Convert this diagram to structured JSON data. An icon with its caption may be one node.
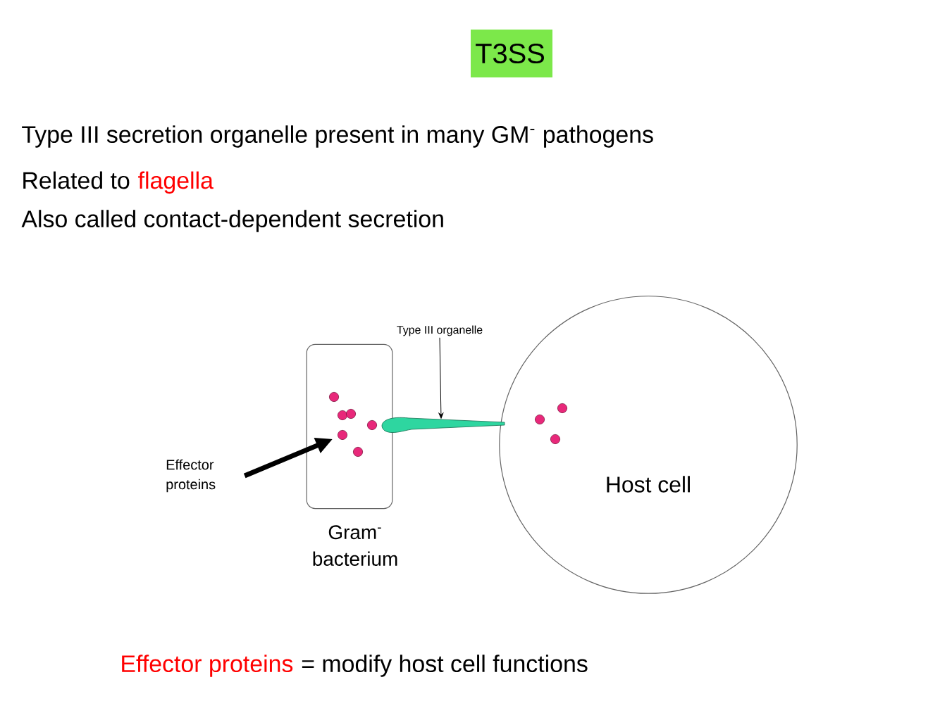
{
  "diagram": {
    "title": "T3SS",
    "nodes": [
      {
        "text": [],
        "shape": "box",
        "beside": [
          "Gram$^{-}$ bacterium"
        ]
      },
      {
        "text": [
          "Host cell"
        ]
      },
      {
        "text": [],
        "shape": "needle"
      },
      {
        "text": [
          "Type III organelle"
        ]
      },
      {
        "text": [
          "Effector proteins"
        ]
      },
      {
        "text": [],
        "shape": "circle",
        "in": 0
      }
    ],
    "edges": [
      {
        "from": 3,
        "to": 2,
        "arrow": "to"
      },
      {
        "from": 4,
        "to": 5,
        "arrow": "to",
        "style": "thick"
      }
    ],
    "labels": [
      "Type III secretion organelle present in many GM$^{-}$ pathogens",
      "Related to",
      "flagella",
      "Also called contact-dependent secretion",
      "Effector proteins",
      "= modify host cell functions"
    ]
  }
}
